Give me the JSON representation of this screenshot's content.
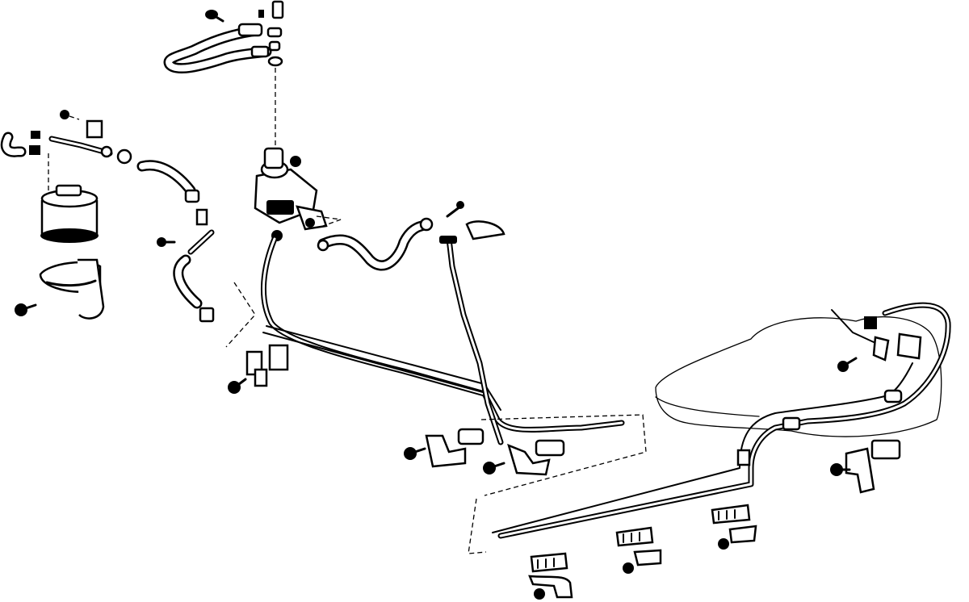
{
  "diagram": {
    "kind": "exploded parts diagram",
    "palette": {
      "ink": "#000000",
      "paper": "#ffffff"
    },
    "components": [
      "charcoal-canister",
      "canister-bracket",
      "evap-hose-assembly",
      "fuel-filter-valve",
      "fuel-tank",
      "fuel-lines",
      "line-clamps",
      "hose-clips",
      "bolts"
    ]
  }
}
